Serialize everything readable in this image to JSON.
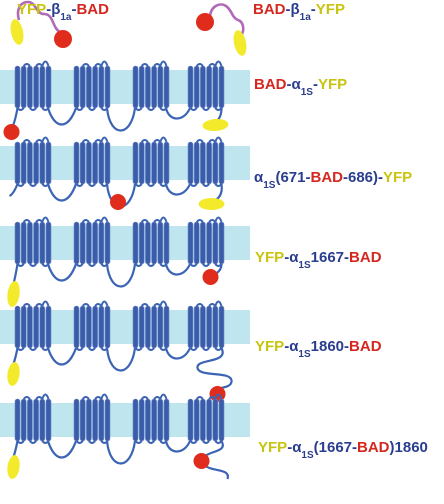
{
  "colors": {
    "membrane": "#bfe6ee",
    "helix": "#3b5ca8",
    "helix_light": "#6f8ccc",
    "loop": "#3c64b4",
    "yfp": "#f2ea2a",
    "bad": "#e02c1c",
    "beta_linker": "#b06ab8",
    "label_blue": "#2a3d8f",
    "label_red": "#d42820",
    "label_yellow": "#c8c410"
  },
  "top_constructs": [
    {
      "parts": [
        {
          "text": "YFP",
          "role": "yfp"
        },
        {
          "text": "-",
          "role": "dk"
        },
        {
          "text": "β",
          "role": "dk"
        },
        {
          "text": "1a",
          "role": "dk",
          "sub": true
        },
        {
          "text": "-",
          "role": "dk"
        },
        {
          "text": "BAD",
          "role": "bad"
        }
      ]
    },
    {
      "parts": [
        {
          "text": "BAD",
          "role": "bad"
        },
        {
          "text": "-",
          "role": "dk"
        },
        {
          "text": "β",
          "role": "dk"
        },
        {
          "text": "1a",
          "role": "dk",
          "sub": true
        },
        {
          "text": "-",
          "role": "dk"
        },
        {
          "text": "YFP",
          "role": "yfp"
        }
      ]
    }
  ],
  "constructs": [
    {
      "parts": [
        {
          "text": "BAD",
          "role": "bad"
        },
        {
          "text": "-",
          "role": "dk"
        },
        {
          "text": "α",
          "role": "dk"
        },
        {
          "text": "1S",
          "role": "dk",
          "sub": true
        },
        {
          "text": "-",
          "role": "dk"
        },
        {
          "text": "YFP",
          "role": "yfp"
        }
      ]
    },
    {
      "parts": [
        {
          "text": "α",
          "role": "dk"
        },
        {
          "text": "1S",
          "role": "dk",
          "sub": true
        },
        {
          "text": "(671-",
          "role": "dk"
        },
        {
          "text": "BAD",
          "role": "bad"
        },
        {
          "text": "-686)-",
          "role": "dk"
        },
        {
          "text": "YFP",
          "role": "yfp"
        }
      ]
    },
    {
      "parts": [
        {
          "text": "YFP",
          "role": "yfp"
        },
        {
          "text": "-",
          "role": "dk"
        },
        {
          "text": "α",
          "role": "dk"
        },
        {
          "text": "1S",
          "role": "dk",
          "sub": true
        },
        {
          "text": "1667-",
          "role": "dk"
        },
        {
          "text": "BAD",
          "role": "bad"
        }
      ]
    },
    {
      "parts": [
        {
          "text": "YFP",
          "role": "yfp"
        },
        {
          "text": "-",
          "role": "dk"
        },
        {
          "text": "α",
          "role": "dk"
        },
        {
          "text": "1S",
          "role": "dk",
          "sub": true
        },
        {
          "text": "1860-",
          "role": "dk"
        },
        {
          "text": "BAD",
          "role": "bad"
        }
      ]
    },
    {
      "parts": [
        {
          "text": "YFP",
          "role": "yfp"
        },
        {
          "text": "-",
          "role": "dk"
        },
        {
          "text": "α",
          "role": "dk"
        },
        {
          "text": "1S",
          "role": "dk",
          "sub": true
        },
        {
          "text": "(1667-",
          "role": "dk"
        },
        {
          "text": "BAD",
          "role": "bad"
        },
        {
          "text": ")1860",
          "role": "dk"
        }
      ]
    }
  ]
}
